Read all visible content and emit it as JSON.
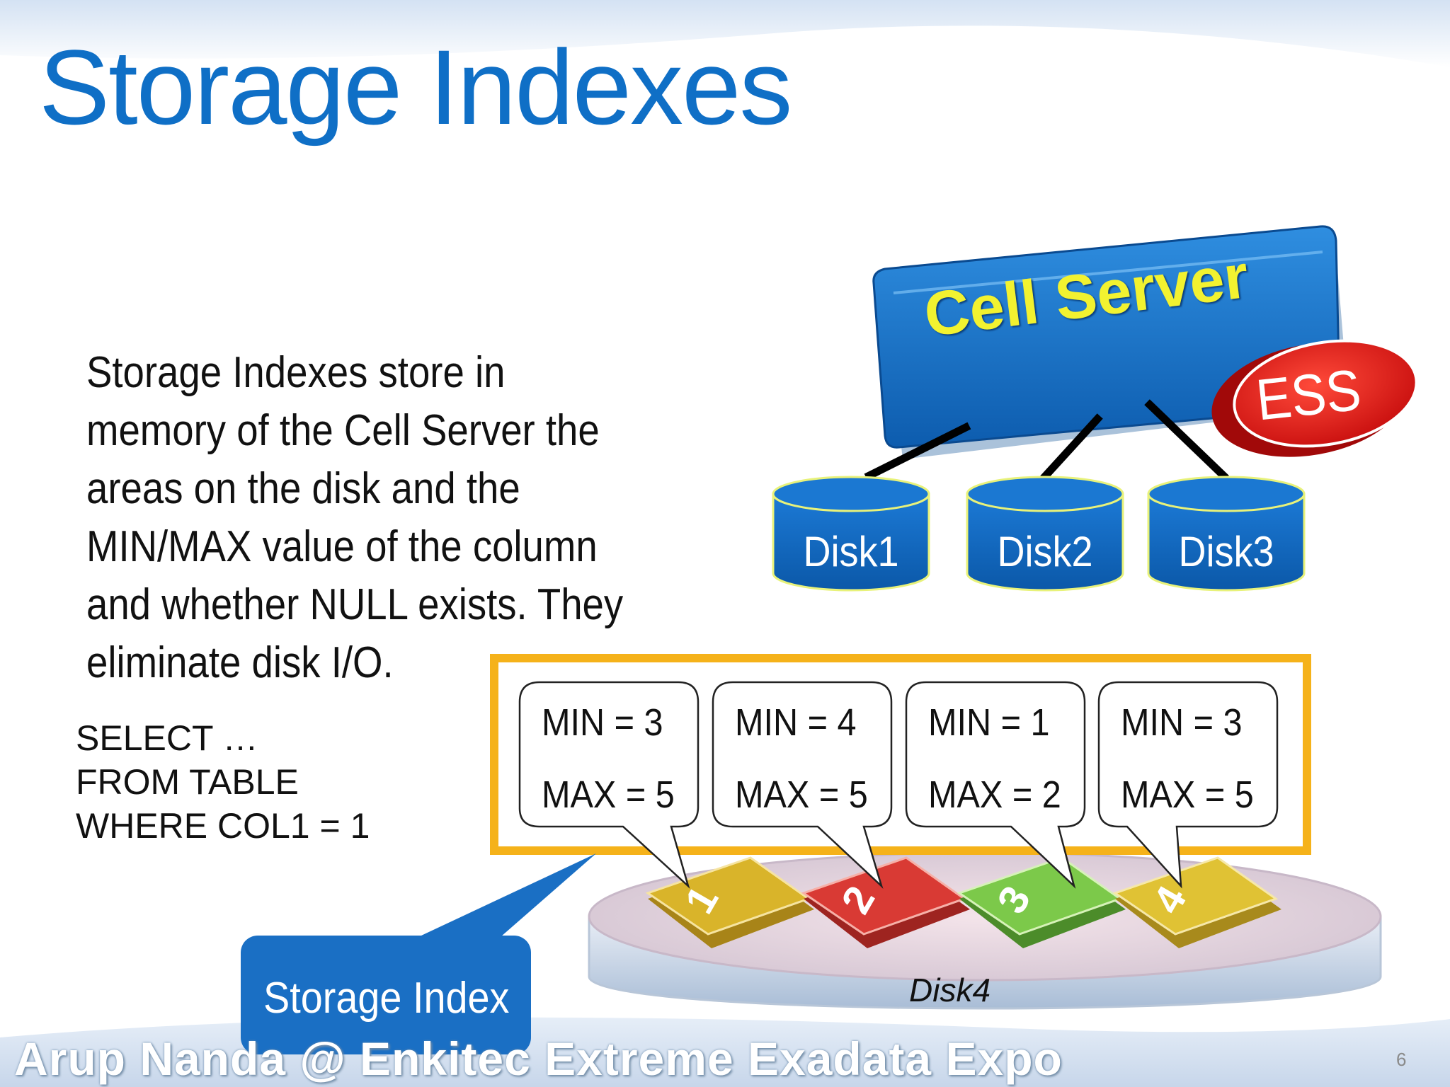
{
  "slide": {
    "title": "Storage Indexes",
    "body": "Storage Indexes store in memory of the Cell Server the areas on the disk and the MIN/MAX value of the column and whether NULL exists. They eliminate disk I/O.",
    "sql_lines": [
      "SELECT …",
      "FROM TABLE",
      "WHERE COL1 = 1"
    ],
    "page_number": "6"
  },
  "diagram": {
    "cell_server": "Cell Server",
    "ess": "ESS",
    "disks": [
      "Disk1",
      "Disk2",
      "Disk3"
    ],
    "disk4": "Disk4",
    "storage_index": "Storage Index",
    "regions": [
      {
        "number": "1",
        "min": "MIN = 3",
        "max": "MAX = 5",
        "color": "#d9b42a"
      },
      {
        "number": "2",
        "min": "MIN = 4",
        "max": "MAX = 5",
        "color": "#d93a34"
      },
      {
        "number": "3",
        "min": "MIN = 1",
        "max": "MAX = 2",
        "color": "#7cc94a"
      },
      {
        "number": "4",
        "min": "MIN = 3",
        "max": "MAX = 5",
        "color": "#e0c234"
      }
    ]
  },
  "footer": "Arup Nanda @ Enkitec Extreme Exadata Expo",
  "colors": {
    "title": "#0f6fc6",
    "cell_server_fill": "#1a73c8",
    "cell_server_text": "#f2f230",
    "ess": "#e01c1c",
    "highlight_border": "#f5b21a",
    "storage_index_fill": "#1a6fc4"
  }
}
